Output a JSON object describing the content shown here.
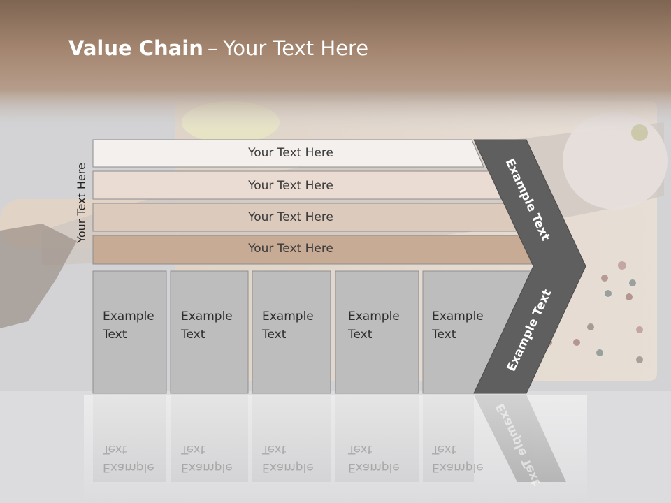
{
  "title": {
    "bold": "Value Chain",
    "separator": "–",
    "rest": "Your Text Here"
  },
  "side_label": "Your Text Here",
  "rows": [
    {
      "label": "Your Text Here",
      "color": "#f3f0ed"
    },
    {
      "label": "Your Text Here",
      "color": "#eadcd2"
    },
    {
      "label": "Your Text Here",
      "color": "#dccbbd"
    },
    {
      "label": "Your Text Here",
      "color": "#c8ab95"
    }
  ],
  "boxes": [
    {
      "line1": "Example",
      "line2": "Text"
    },
    {
      "line1": "Example",
      "line2": "Text"
    },
    {
      "line1": "Example",
      "line2": "Text"
    },
    {
      "line1": "Example",
      "line2": "Text"
    },
    {
      "line1": "Example",
      "line2": "Text"
    }
  ],
  "chevron": {
    "upper_label": "Example Text",
    "lower_label": "Example Text",
    "color": "#5f5f5f"
  },
  "colors": {
    "header": "#a07f67",
    "box_fill": "#bdbdbd",
    "box_border": "#8f8f8f"
  }
}
